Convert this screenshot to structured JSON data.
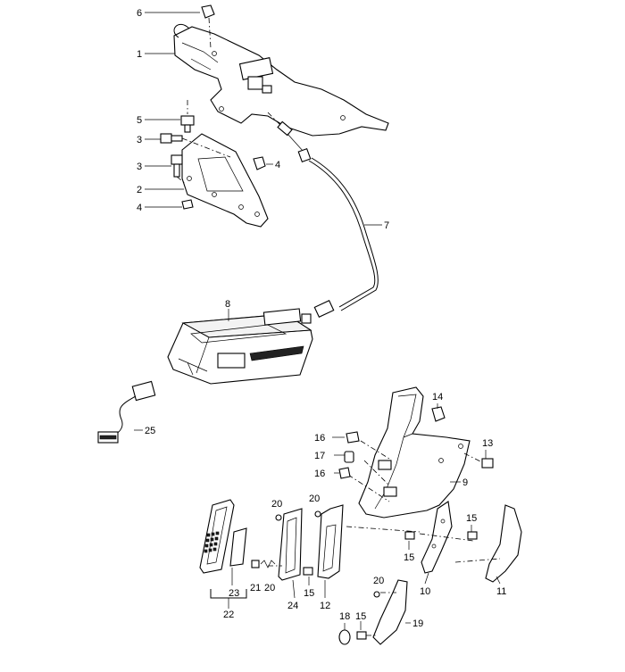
{
  "diagram": {
    "callouts": [
      "1",
      "2",
      "3",
      "3",
      "4",
      "4",
      "5",
      "6",
      "7",
      "8",
      "9",
      "10",
      "11",
      "12",
      "13",
      "14",
      "15",
      "15",
      "15",
      "15",
      "16",
      "16",
      "17",
      "18",
      "19",
      "20",
      "20",
      "20",
      "20",
      "21",
      "22",
      "23",
      "24",
      "25"
    ]
  }
}
